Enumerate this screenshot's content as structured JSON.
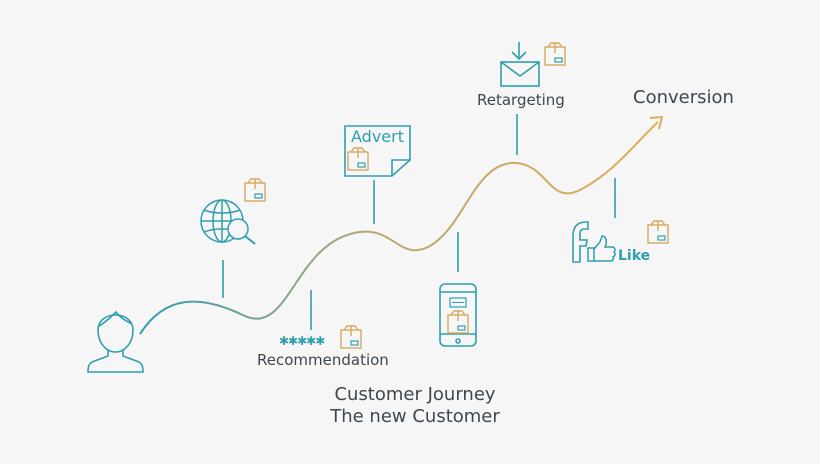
{
  "colors": {
    "teal": "#2f9fae",
    "tealLight": "#4ab3c1",
    "gold": "#d7a95c",
    "text": "#3e4750",
    "background": "#f6f6f6"
  },
  "icons": [
    "user-icon",
    "globe-search-icon",
    "advert-note-icon",
    "smartphone-icon",
    "envelope-download-icon",
    "facebook-icon",
    "thumbs-up-icon",
    "package-icon",
    "arrow-head-icon"
  ],
  "labels": {
    "recommendation": "Recommendation",
    "retargeting": "Retargeting",
    "conversion": "Conversion",
    "advert": "Advert",
    "like": "Like",
    "facebook_letter": "f",
    "stars": "✱✱✱✱✱"
  },
  "caption": {
    "line1": "Customer Journey",
    "line2": "The new Customer"
  }
}
